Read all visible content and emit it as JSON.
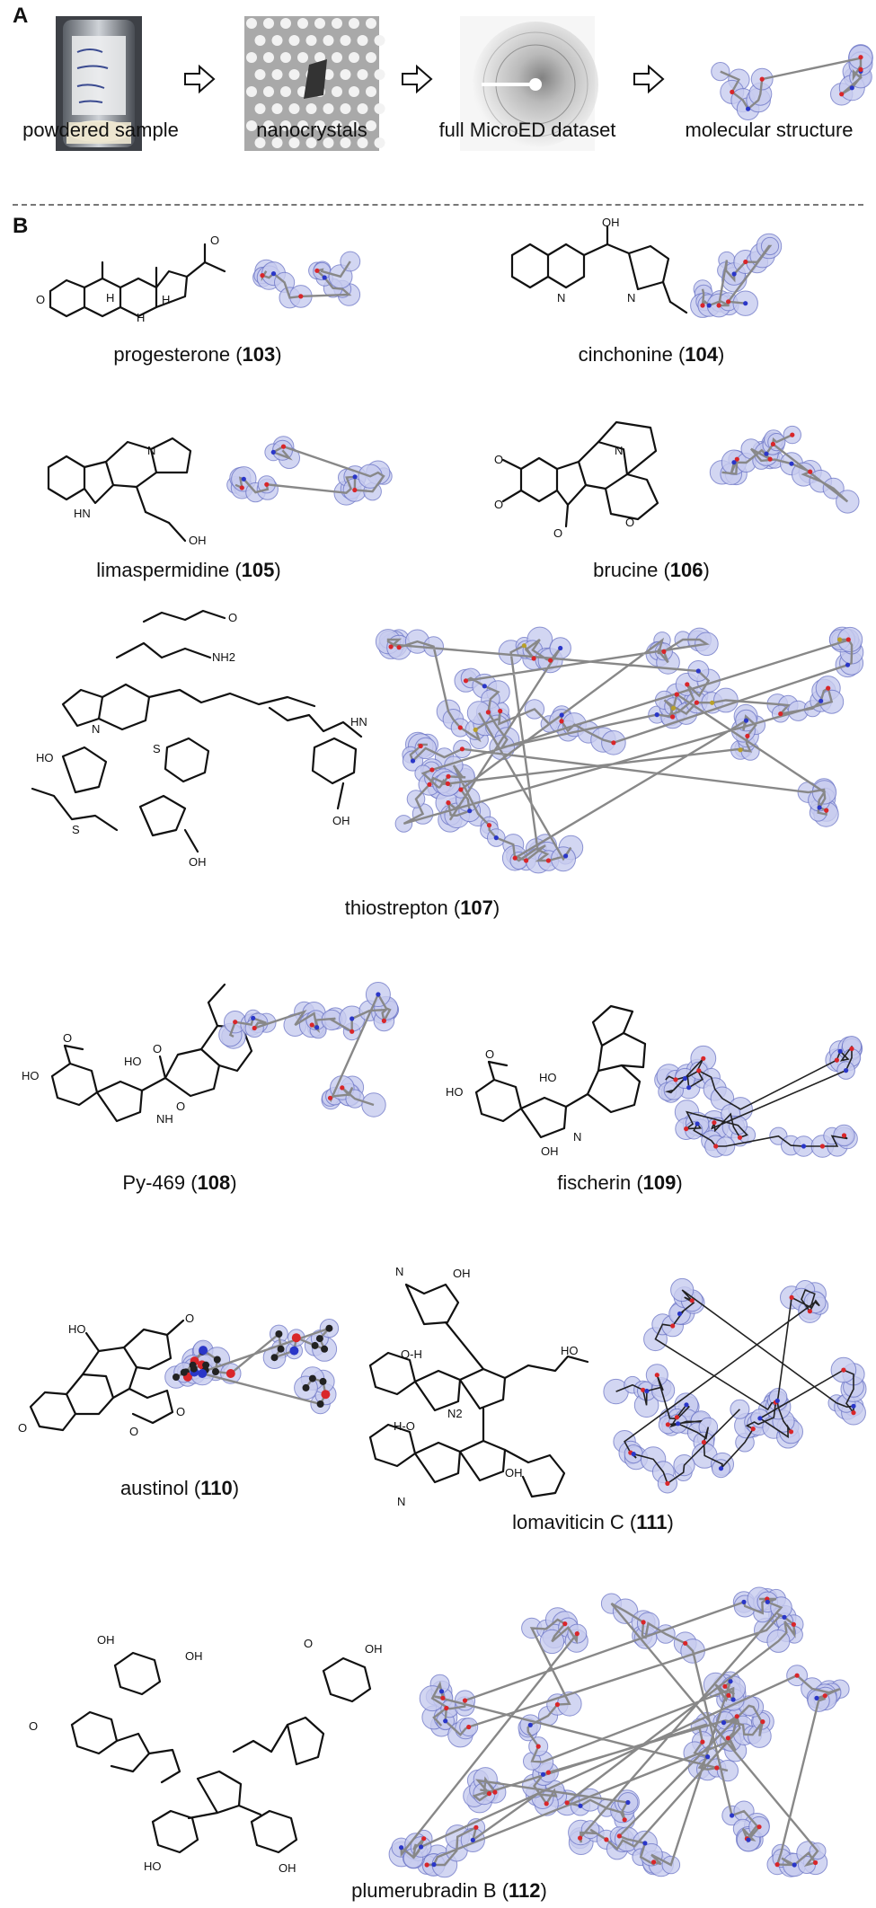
{
  "panel_a": {
    "letter": "A",
    "steps": [
      {
        "label": "powdered sample"
      },
      {
        "label": "nanocrystals"
      },
      {
        "label": "full MicroED dataset"
      },
      {
        "label": "molecular structure"
      }
    ]
  },
  "panel_b": {
    "letter": "B",
    "compounds": [
      {
        "name": "progesterone",
        "number": "103"
      },
      {
        "name": "cinchonine",
        "number": "104"
      },
      {
        "name": "limaspermidine",
        "number": "105"
      },
      {
        "name": "brucine",
        "number": "106"
      },
      {
        "name": "thiostrepton",
        "number": "107"
      },
      {
        "name": "Py-469",
        "number": "108"
      },
      {
        "name": "fischerin",
        "number": "109"
      },
      {
        "name": "austinol",
        "number": "110"
      },
      {
        "name": "lomaviticin C",
        "number": "111"
      },
      {
        "name": "plumerubradin B",
        "number": "112"
      }
    ]
  },
  "colors": {
    "density_mesh": "#6f78c8",
    "density_fill": "#c8ccef",
    "oxygen": "#d9262a",
    "nitrogen": "#2a36c8",
    "sulfur": "#b8a02a",
    "bond_black": "#111111"
  }
}
